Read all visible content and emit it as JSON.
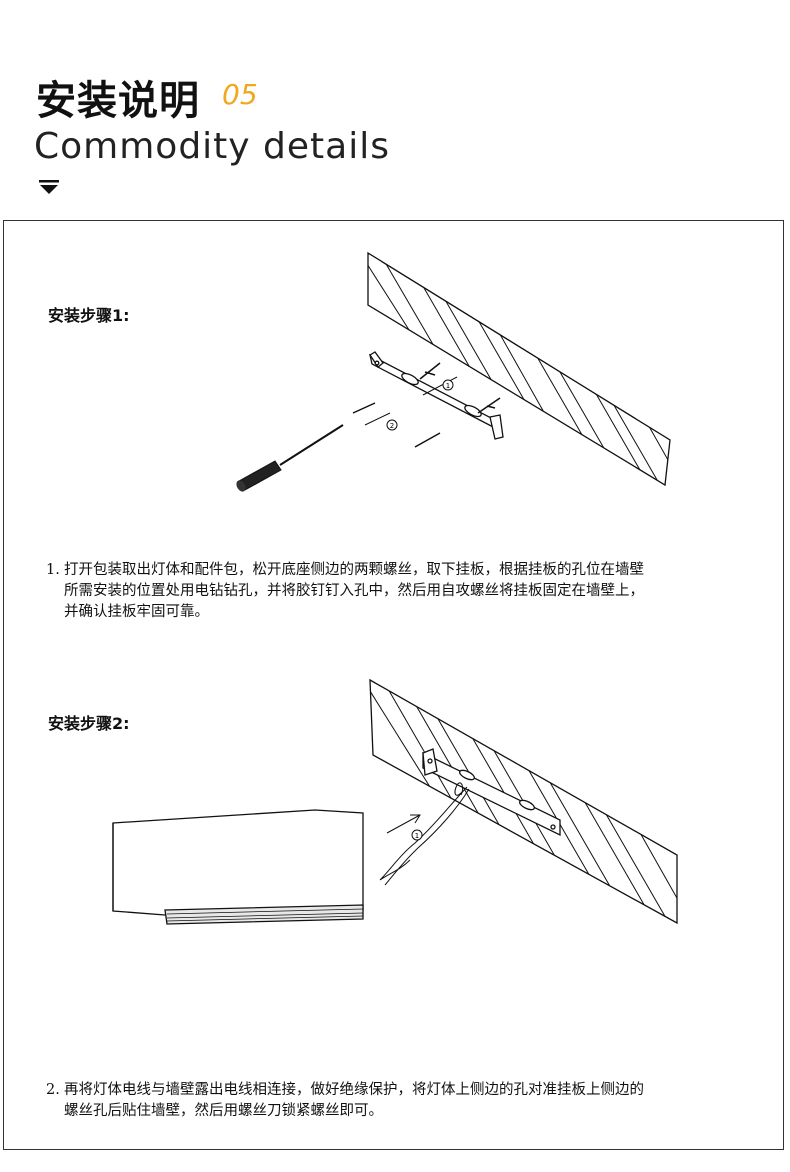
{
  "header": {
    "title": "安装说明",
    "number": "05",
    "subtitle": "Commodity  details"
  },
  "steps": [
    {
      "label": "安装步骤1:",
      "instruction_num": "1.",
      "instruction_lines": [
        "打开包装取出灯体和配件包，松开底座侧边的两颗螺丝，取下挂板，根据挂板的孔位在墙壁",
        "所需安装的位置处用电钻钻孔，并将胶钉钉入孔中，然后用自攻螺丝将挂板固定在墙壁上，",
        "并确认挂板牢固可靠。"
      ],
      "callouts": [
        "1",
        "2"
      ]
    },
    {
      "label": "安装步骤2:",
      "instruction_num": "2.",
      "instruction_lines": [
        "再将灯体电线与墙壁露出电线相连接，做好绝缘保护，将灯体上侧边的孔对准挂板上侧边的",
        "螺丝孔后贴住墙壁，然后用螺丝刀锁紧螺丝即可。"
      ],
      "callouts": [
        "1"
      ]
    }
  ],
  "colors": {
    "accent": "#f0a81c",
    "line": "#222222"
  }
}
